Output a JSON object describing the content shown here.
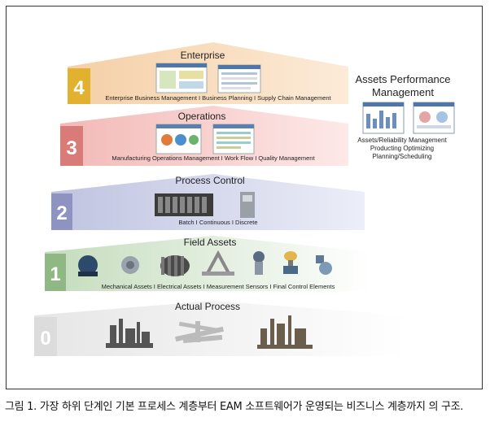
{
  "levels": [
    {
      "number": "4",
      "title": "Enterprise",
      "subtitle": "Enterprise Business Management I Business Planning I Supply Chain Management",
      "color": "#f7d9b8",
      "badge": "#e2b12f"
    },
    {
      "number": "3",
      "title": "Operations",
      "subtitle": "Manufacturing Operations Management I Work Flow I Quality Management",
      "color": "#f5c7c5",
      "badge": "#d97b79"
    },
    {
      "number": "2",
      "title": "Process Control",
      "subtitle": "Batch I Continuous I Discrete",
      "color": "#c9cce5",
      "badge": "#8f93c2"
    },
    {
      "number": "1",
      "title": "Field Assets",
      "subtitle": "Mechanical Assets I Electrical Assets I Measurement Sensors I Final Control Elements",
      "color": "#cfe2c8",
      "badge": "#8fb884"
    },
    {
      "number": "0",
      "title": "Actual Process",
      "subtitle": "",
      "color": "#eeeeee",
      "badge": "#d9d9d9"
    }
  ],
  "apm": {
    "title_line1": "Assets Performance",
    "title_line2": "Management",
    "line1": "Assets/Reliability Management",
    "line2": "Producting Optimizing",
    "line3": "Planning/Scheduling"
  },
  "caption": "그림 1. 가장 하위 단계인 기본 프로세스 계층부터 EAM 소프트웨어가 운영되는 비즈니스 계층까지 의 구조."
}
